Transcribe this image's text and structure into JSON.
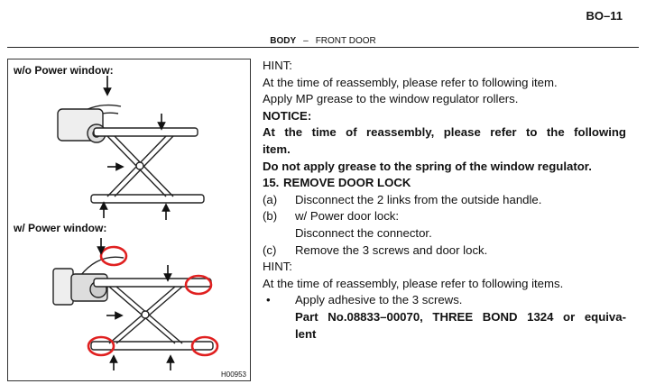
{
  "page_id": "BO–11",
  "header": {
    "section": "BODY",
    "separator": "–",
    "subsection": "FRONT DOOR"
  },
  "figure": {
    "label_manual": "w/o Power window:",
    "label_power": "w/ Power window:",
    "code": "H00953"
  },
  "text": {
    "hint1": "HINT:",
    "hint1_line1": "At the time of reassembly, please refer to following item.",
    "hint1_line2": "Apply MP grease to the window regulator rollers.",
    "notice": "NOTICE:",
    "notice_line1": "At the time of reassembly, please refer to the following",
    "notice_line2": "item.",
    "notice_line3": "Do not apply grease to the spring of the window regulator.",
    "step_num": "15.",
    "step_title": "REMOVE DOOR LOCK",
    "a_label": "(a)",
    "a_text": "Disconnect the 2 links from the outside handle.",
    "b_label": "(b)",
    "b_text": "w/ Power door lock:",
    "b_text2": "Disconnect the connector.",
    "c_label": "(c)",
    "c_text": "Remove the 3 screws and door lock.",
    "hint2": "HINT:",
    "hint2_line1": "At the time of reassembly, please refer to following items.",
    "bullet": "•",
    "bullet_text": "Apply adhesive to the 3 screws.",
    "part_line1": "Part No.08833–00070, THREE BOND 1324 or equiva-",
    "part_line2": "lent"
  },
  "colors": {
    "highlight_circle": "#e02020",
    "line": "#222222"
  }
}
